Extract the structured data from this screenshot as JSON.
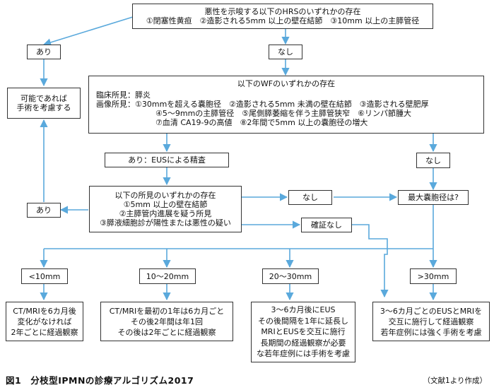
{
  "top": {
    "title": "悪性を示唆する以下のHRSのいずれかの存在",
    "items": "①閉塞性黄疸　②造影される5mm 以上の壁在結節　③10mm 以上の主膵管径"
  },
  "labels": {
    "ari": "あり",
    "nashi": "なし",
    "ari_eus": "あり：EUSによる精査",
    "kakusho_nashi": "確証なし",
    "max_cyst": "最大嚢胞径は?"
  },
  "surgery": {
    "line1": "可能であれば",
    "line2": "手術を考慮する"
  },
  "wf": {
    "title": "以下のWFのいずれかの存在",
    "clinical": "臨床所見：膵炎",
    "imaging1": "画像所見：①30mmを超える嚢胞径　②造影される5mm 未満の壁在結節　③造影される壁肥厚",
    "imaging2": "④5～9mmの主膵管径　⑤尾側膵萎縮を伴う主膵管狭窄　⑥リンパ節腫大",
    "imaging3": "⑦血清 CA19-9の高値　⑧2年間で5mm 以上の嚢胞径の増大"
  },
  "eus": {
    "title": "以下の所見のいずれかの存在",
    "item1": "①5mm 以上の壁在結節",
    "item2": "②主膵管内進展を疑う所見",
    "item3": "③膵液細胞診が陽性または悪性の疑い"
  },
  "sizes": [
    "<10mm",
    "10～20mm",
    "20～30mm",
    ">30mm"
  ],
  "plans": [
    [
      "CT/MRIを6カ月後",
      "変化がなければ",
      "2年ごとに経過観察"
    ],
    [
      "CT/MRIを最初の1年は6カ月ごと",
      "その後2年間は年1回",
      "その後は2年ごとに経過観察"
    ],
    [
      "3～6カ月後にEUS",
      "その後間隔を1年に延長し",
      "MRIとEUSを交互に施行",
      "長期間の経過観察が必要",
      "な若年症例には手術を考慮"
    ],
    [
      "3～6カ月ごとのEUSとMRIを",
      "交互に施行して経過観察",
      "若年症例には強く手術を考慮"
    ]
  ],
  "caption": "図1　分枝型IPMNの診療アルゴリズム2017",
  "credit": "（文献1より作成）",
  "colors": {
    "arrow": "#5aa9dc",
    "border": "#333333"
  }
}
